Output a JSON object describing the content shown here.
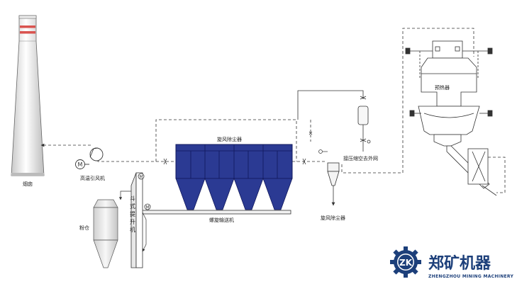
{
  "labels": {
    "chimney": "烟囱",
    "fan": "高温引风机",
    "bucket_elevator": "斗式提升机",
    "powder_bin": "粉仓",
    "baghouse": "旋风除尘器",
    "screw_conveyor": "螺旋输送机",
    "cyclone": "旋风除尘器",
    "compressed_air": "接压缩空去外网",
    "preheater": "预热器"
  },
  "brand": {
    "name": "郑矿机器",
    "subtitle": "ZHENGZHOU MINING MACHINERY",
    "logo_letters": "ZK"
  },
  "colors": {
    "baghouse_fill": "#2b3a93",
    "baghouse_line": "#12195c",
    "line": "#333333",
    "brand_blue": "#1c3f7a",
    "chimney_band": "#d9534f"
  }
}
